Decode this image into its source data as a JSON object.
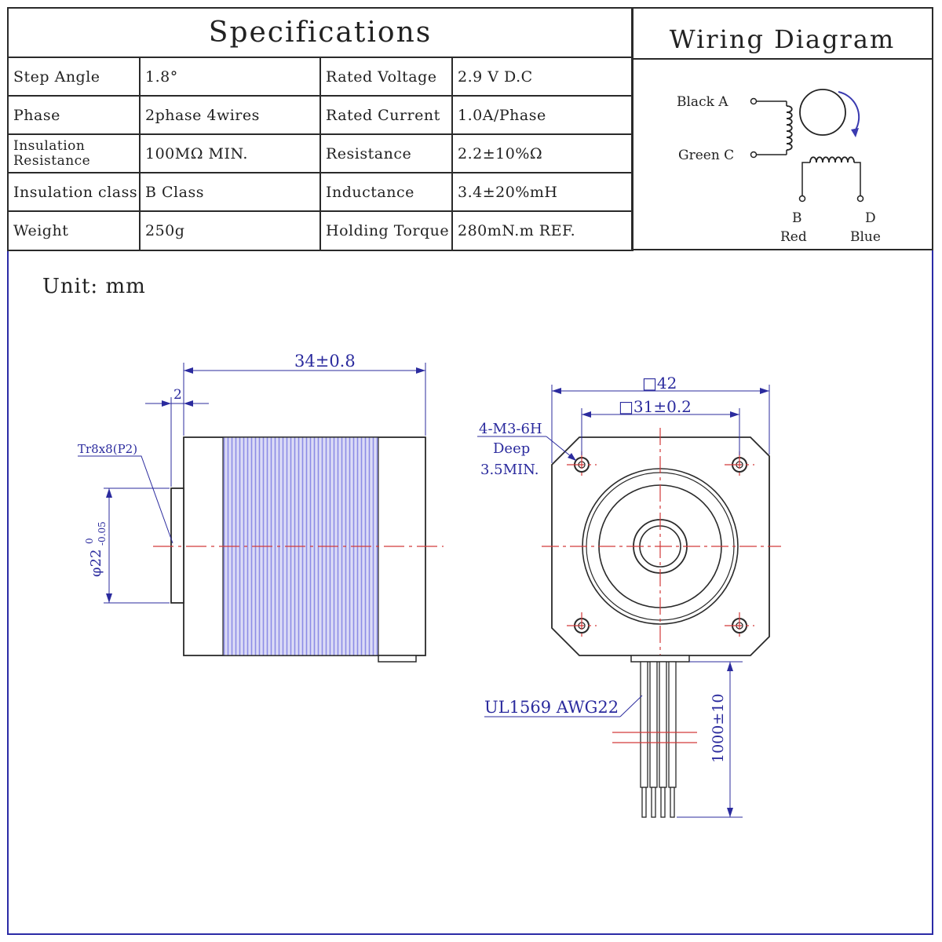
{
  "specifications": {
    "title": "Specifications",
    "rows": [
      {
        "label1": "Step Angle",
        "value1": "1.8°",
        "label2": "Rated Voltage",
        "value2": "2.9 V D.C"
      },
      {
        "label1": "Phase",
        "value1": "2phase 4wires",
        "label2": "Rated Current",
        "value2": "1.0A/Phase"
      },
      {
        "label1": "Insulation Resistance",
        "value1": "100MΩ MIN.",
        "label2": "Resistance",
        "value2": "2.2±10%Ω"
      },
      {
        "label1": "Insulation class",
        "value1": "B Class",
        "label2": "Inductance",
        "value2": "3.4±20%mH"
      },
      {
        "label1": "Weight",
        "value1": "250g",
        "label2": "Holding Torque",
        "value2": "280mN.m  REF."
      }
    ]
  },
  "wiring": {
    "title": "Wiring Diagram",
    "black_a": "Black A",
    "green_c": "Green C",
    "b": "B",
    "red": "Red",
    "d": "D",
    "blue": "Blue"
  },
  "drawing": {
    "unit": "Unit: mm",
    "side_length": "34±0.8",
    "flange_width": "2",
    "lead_screw": "Tr8x8(P2)",
    "boss_diameter": "φ22",
    "boss_tol_upper": "0",
    "boss_tol_lower": "-0.05",
    "body_square": "□42",
    "hole_pitch": "□31±0.2",
    "thread_callout": "4-M3-6H",
    "thread_depth_1": "Deep",
    "thread_depth_2": "3.5MIN.",
    "cable_spec": "UL1569 AWG22",
    "cable_length": "1000±10"
  },
  "colors": {
    "dimension": "#2b2b9e",
    "centerline": "#d23a3a",
    "stripes": "#8c8ce6",
    "outline": "#2a2a2a"
  }
}
